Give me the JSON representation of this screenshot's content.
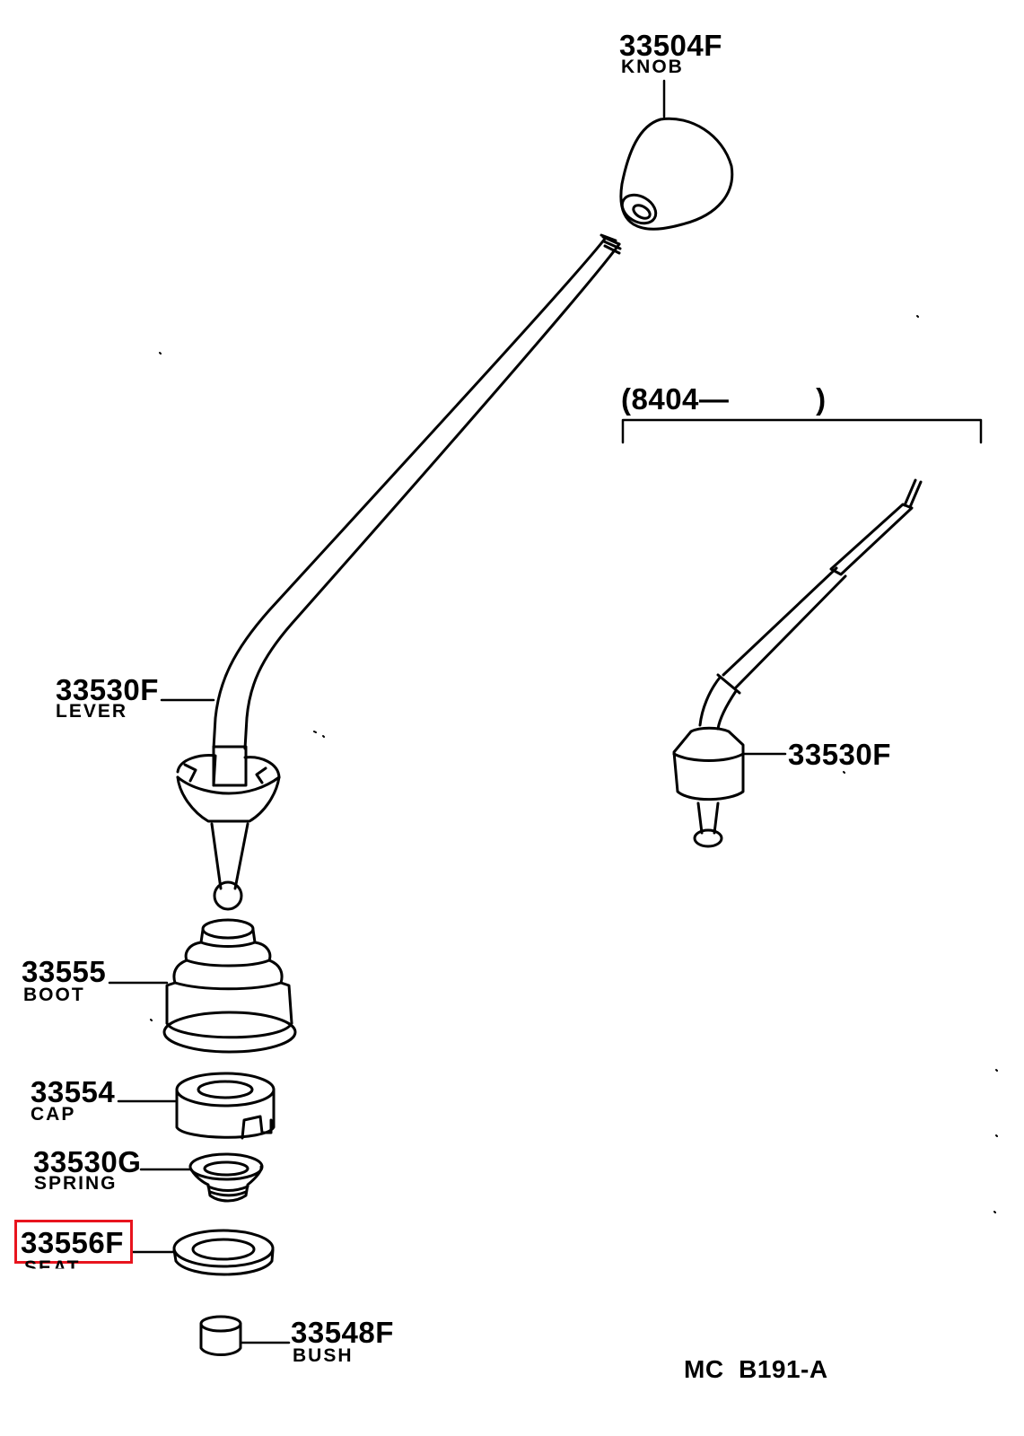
{
  "diagram": {
    "highlight_color": "#e8141e",
    "code": "MC  B191-A",
    "variant_range": "(8404—          )",
    "parts": [
      {
        "number": "33504F",
        "name": "KNOB"
      },
      {
        "number": "33530F",
        "name": "LEVER"
      },
      {
        "number": "33530F"
      },
      {
        "number": "33555",
        "name": "BOOT"
      },
      {
        "number": "33554",
        "name": "CAP"
      },
      {
        "number": "33530G",
        "name": "SPRING"
      },
      {
        "number": "33556F",
        "name": "SEAT",
        "highlighted": true
      },
      {
        "number": "33548F",
        "name": "BUSH"
      }
    ]
  }
}
